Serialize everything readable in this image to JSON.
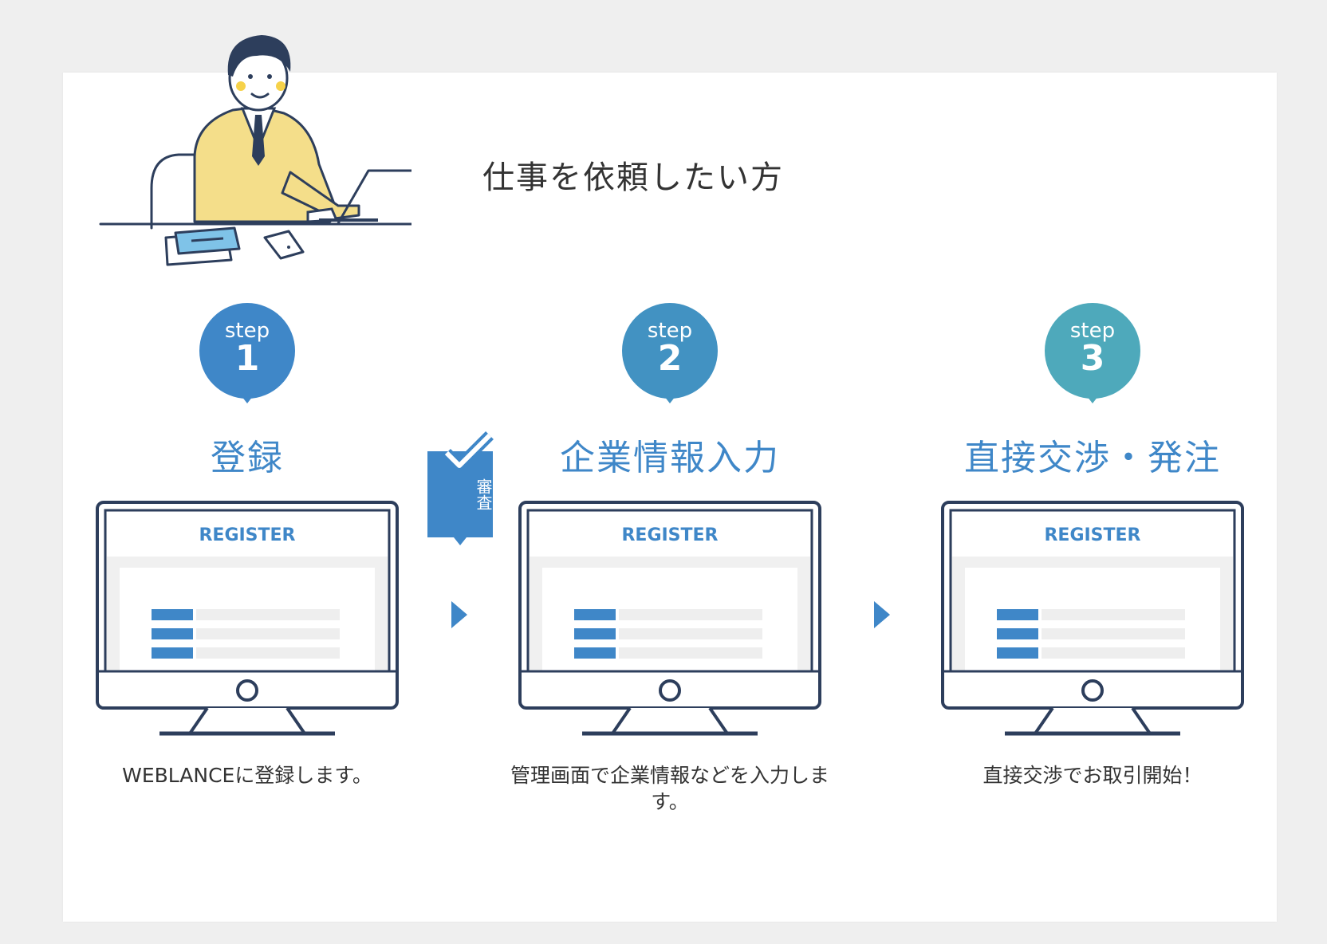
{
  "page": {
    "title": "仕事を依頼したい方"
  },
  "review": {
    "label": "審査"
  },
  "steps": [
    {
      "step_word": "step",
      "number": "1",
      "heading": "登録",
      "color": "#3f87c8",
      "screen_title": "REGISTER",
      "description": "WEBLANCEに登録します。"
    },
    {
      "step_word": "step",
      "number": "2",
      "heading": "企業情報入力",
      "color": "#4292c2",
      "screen_title": "REGISTER",
      "description": "管理画面で企業情報などを入力します。"
    },
    {
      "step_word": "step",
      "number": "3",
      "heading": "直接交渉・発注",
      "color": "#4ea9bb",
      "screen_title": "REGISTER",
      "description": "直接交渉でお取引開始！"
    }
  ],
  "colors": {
    "heading_blue": "#3f87c8",
    "line_navy": "#2d3e5c",
    "jacket_yellow": "#f4de8a"
  }
}
